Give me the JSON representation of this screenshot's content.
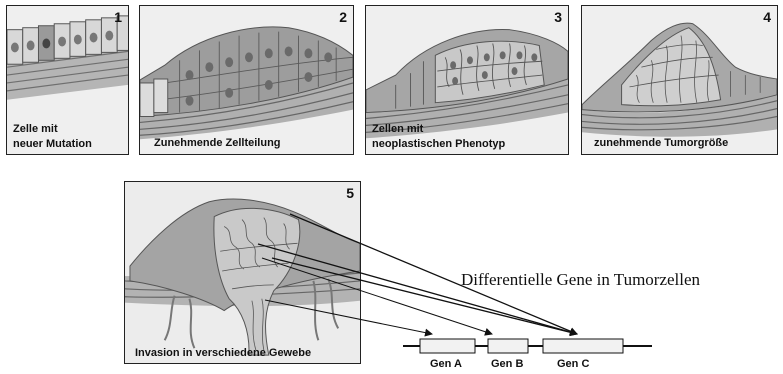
{
  "panels": [
    {
      "number": "1",
      "caption_line1": "Zelle mit",
      "caption_line2": "neuer Mutation"
    },
    {
      "number": "2",
      "caption_line1": "Zunehmende Zellteilung"
    },
    {
      "number": "3",
      "caption_line1": "Zellen mit",
      "caption_line2": "neoplastischen Phenotyp"
    },
    {
      "number": "4",
      "caption_line1": "zunehmende Tumorgröße"
    },
    {
      "number": "5",
      "caption_line1": "Invasion in verschiedene Gewebe"
    }
  ],
  "diagram": {
    "title": "Differentielle Gene in Tumorzellen",
    "genes": [
      "Gen A",
      "Gen B",
      "Gen C"
    ]
  }
}
